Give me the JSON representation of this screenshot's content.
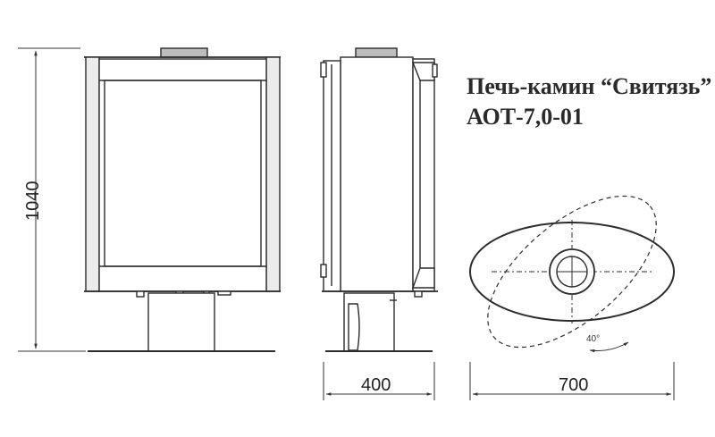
{
  "title": {
    "line1": "Печь-камин “Свитязь”",
    "line2": "АОТ-7,0-01"
  },
  "dimensions": {
    "height": "1040",
    "depth": "400",
    "width": "700",
    "angle": "40°"
  }
}
